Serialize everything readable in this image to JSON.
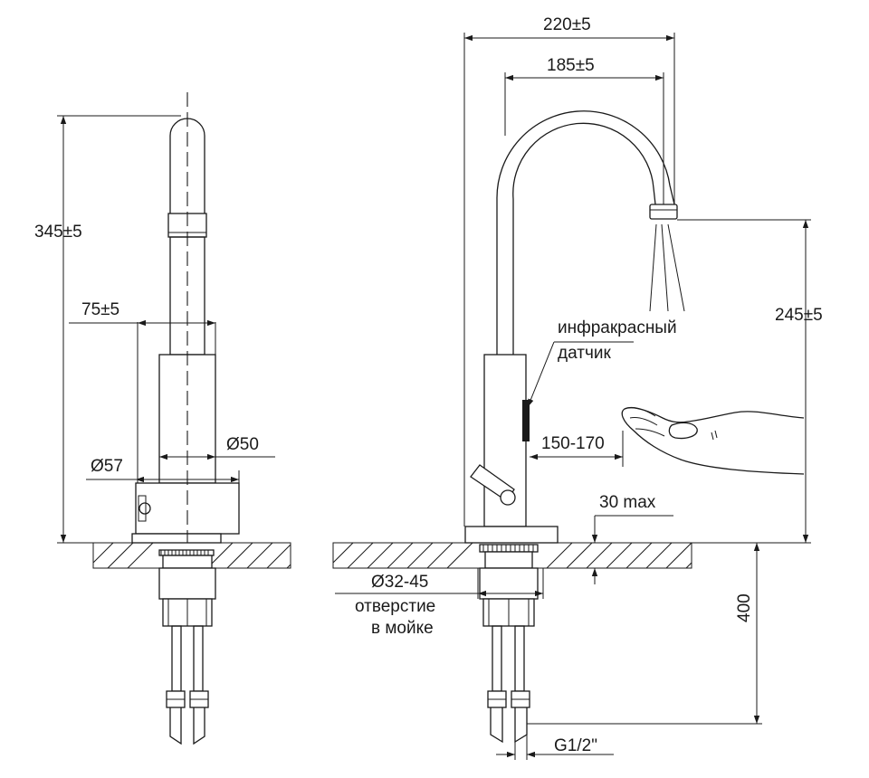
{
  "dimensions": {
    "total_height": "345±5",
    "offset_75": "75±5",
    "diameter_57": "Ø57",
    "diameter_50": "Ø50",
    "spout_reach_220": "220±5",
    "spout_reach_185": "185±5",
    "spout_height": "245±5",
    "sensor_range": "150-170",
    "deck_thickness": "30 max",
    "hole_diameter": "Ø32-45",
    "hose_length": "400",
    "thread": "G1/2\""
  },
  "labels": {
    "sensor_line1": "инфракрасный",
    "sensor_line2": "датчик",
    "hole_line1": "отверстие",
    "hole_line2": "в мойке"
  }
}
